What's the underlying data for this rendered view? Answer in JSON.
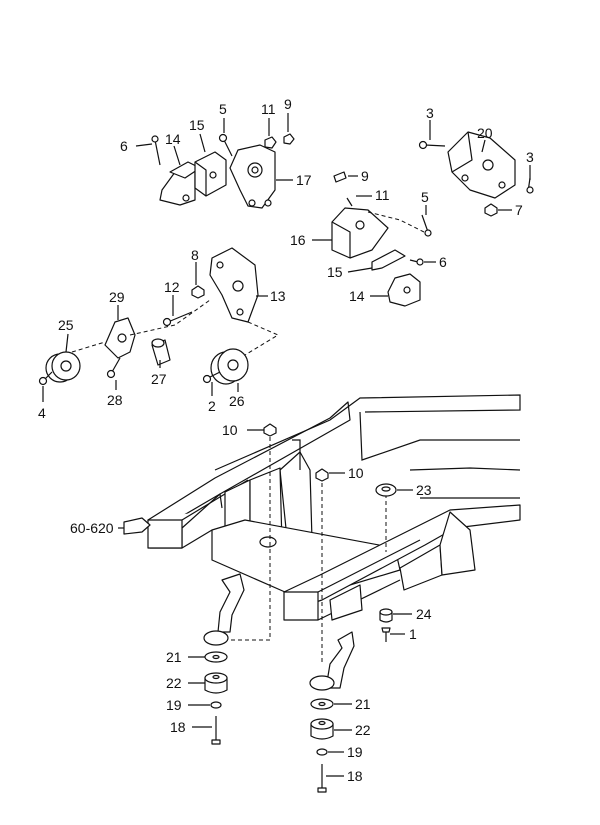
{
  "callouts": [
    {
      "id": "c6a",
      "text": "6"
    },
    {
      "id": "c14a",
      "text": "14"
    },
    {
      "id": "c15a",
      "text": "15"
    },
    {
      "id": "c5a",
      "text": "5"
    },
    {
      "id": "c11a",
      "text": "11"
    },
    {
      "id": "c9a",
      "text": "9"
    },
    {
      "id": "c17",
      "text": "17"
    },
    {
      "id": "c3a",
      "text": "3"
    },
    {
      "id": "c20",
      "text": "20"
    },
    {
      "id": "c3b",
      "text": "3"
    },
    {
      "id": "c7",
      "text": "7"
    },
    {
      "id": "c9b",
      "text": "9"
    },
    {
      "id": "c11b",
      "text": "11"
    },
    {
      "id": "c5b",
      "text": "5"
    },
    {
      "id": "c16",
      "text": "16"
    },
    {
      "id": "c6b",
      "text": "6"
    },
    {
      "id": "c15b",
      "text": "15"
    },
    {
      "id": "c14b",
      "text": "14"
    },
    {
      "id": "c8",
      "text": "8"
    },
    {
      "id": "c12",
      "text": "12"
    },
    {
      "id": "c13",
      "text": "13"
    },
    {
      "id": "c29",
      "text": "29"
    },
    {
      "id": "c25",
      "text": "25"
    },
    {
      "id": "c27",
      "text": "27"
    },
    {
      "id": "c28",
      "text": "28"
    },
    {
      "id": "c4",
      "text": "4"
    },
    {
      "id": "c2",
      "text": "2"
    },
    {
      "id": "c26",
      "text": "26"
    },
    {
      "id": "c10a",
      "text": "10"
    },
    {
      "id": "c10b",
      "text": "10"
    },
    {
      "id": "c23",
      "text": "23"
    },
    {
      "id": "c60620",
      "text": "60-620"
    },
    {
      "id": "c24",
      "text": "24"
    },
    {
      "id": "c1",
      "text": "1"
    },
    {
      "id": "c21a",
      "text": "21"
    },
    {
      "id": "c22a",
      "text": "22"
    },
    {
      "id": "c19a",
      "text": "19"
    },
    {
      "id": "c18a",
      "text": "18"
    },
    {
      "id": "c21b",
      "text": "21"
    },
    {
      "id": "c22b",
      "text": "22"
    },
    {
      "id": "c19b",
      "text": "19"
    },
    {
      "id": "c18b",
      "text": "18"
    }
  ]
}
